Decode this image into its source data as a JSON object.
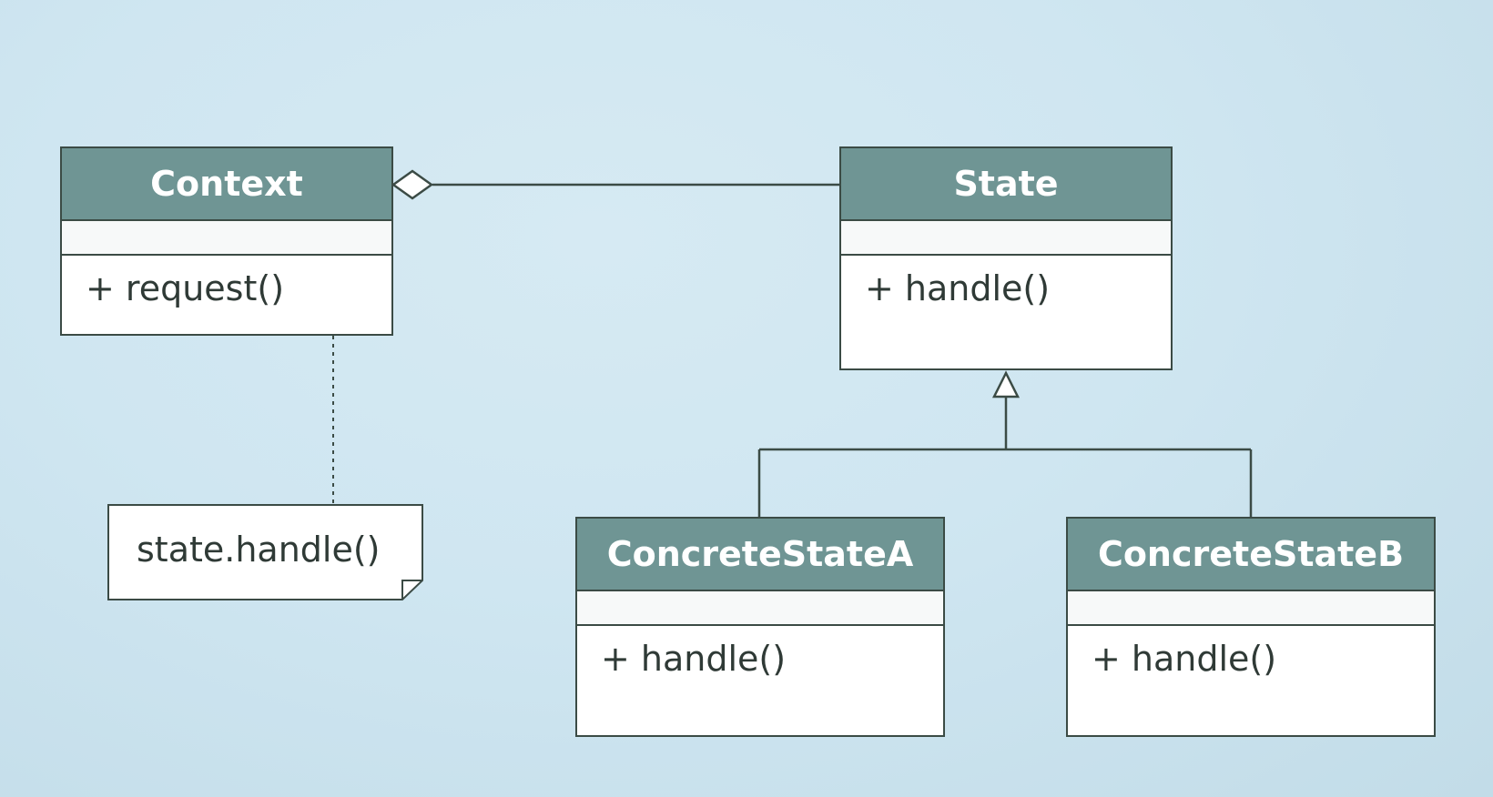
{
  "diagram": {
    "classes": {
      "context": {
        "name": "Context",
        "operations": [
          "+ request()"
        ]
      },
      "state": {
        "name": "State",
        "operations": [
          "+ handle()"
        ]
      },
      "concrete_a": {
        "name": "ConcreteStateA",
        "operations": [
          "+ handle()"
        ]
      },
      "concrete_b": {
        "name": "ConcreteStateB",
        "operations": [
          "+ handle()"
        ]
      }
    },
    "note": {
      "text": "state.handle()"
    },
    "relations": [
      {
        "type": "aggregation",
        "from": "Context",
        "to": "State"
      },
      {
        "type": "generalization",
        "from": "ConcreteStateA",
        "to": "State"
      },
      {
        "type": "generalization",
        "from": "ConcreteStateB",
        "to": "State"
      },
      {
        "type": "note-anchor",
        "from": "state.handle()",
        "to": "+ request()"
      }
    ],
    "colors": {
      "header_fill": "#6f9594",
      "line": "#3b4b45",
      "text": "#2f3a36",
      "background": "#d2e7f1"
    }
  }
}
